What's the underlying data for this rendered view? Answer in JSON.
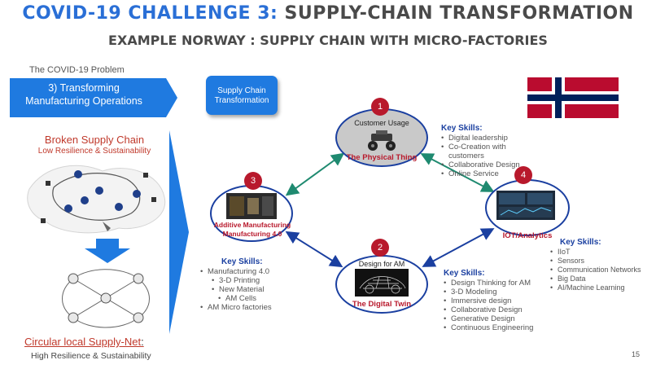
{
  "header": {
    "title_highlight": "COVID-19 CHALLENGE 3:",
    "title_rest": " SUPPLY-CHAIN TRANSFORMATION",
    "subtitle": "EXAMPLE NORWAY : SUPPLY CHAIN WITH MICRO-FACTORIES"
  },
  "left": {
    "problem_label": "The COVID-19 Problem",
    "banner_line1": "3) Transforming",
    "banner_line2": "Manufacturing Operations",
    "broken_title": "Broken Supply Chain",
    "broken_subtitle": "Low Resilience & Sustainability",
    "circular_title": "Circular local Supply-Net",
    "circular_colon": ":",
    "circular_subtitle": "High Resilience & Sustainability"
  },
  "supply_chain_box": {
    "line1": "Supply Chain",
    "line2": "Transformation"
  },
  "nodes": {
    "physical": {
      "badge": "1",
      "top_label": "Customer Usage",
      "name": "The Physical Thing"
    },
    "am": {
      "badge": "3",
      "name_line1": "Additive Manufacturing",
      "name_line2": "Manufacturing 4.0"
    },
    "iot": {
      "badge": "4",
      "name": "IOT/Analytics"
    },
    "twin": {
      "badge": "2",
      "top_label": "Design for AM",
      "name": "The Digital Twin"
    }
  },
  "skills": {
    "physical": {
      "heading": "Key Skills:",
      "items": [
        "Digital leadership",
        "Co-Creation with",
        "customers",
        "Collaborative Design",
        "Online Service"
      ]
    },
    "am": {
      "heading": "Key Skills:",
      "items": [
        "Manufacturing 4.0",
        "3-D Printing",
        "New Material",
        "AM Cells",
        "AM Micro factories"
      ]
    },
    "twin": {
      "heading": "Key Skills:",
      "items": [
        "Design Thinking for AM",
        "3-D Modeling",
        "Immersive design",
        "Collaborative Design",
        "Generative Design",
        "Continuous Engineering"
      ]
    },
    "iot": {
      "heading": "Key Skills:",
      "items": [
        "IIoT",
        "Sensors",
        "Communication Networks",
        "Big Data",
        "AI/Machine Learning"
      ]
    }
  },
  "page_number": "15",
  "colors": {
    "accent_blue": "#2a6fd6",
    "banner_blue": "#1f7ae0",
    "badge_red": "#b8192c",
    "node_border": "#1a3fa0",
    "teal_arrow": "#1f8a70"
  }
}
